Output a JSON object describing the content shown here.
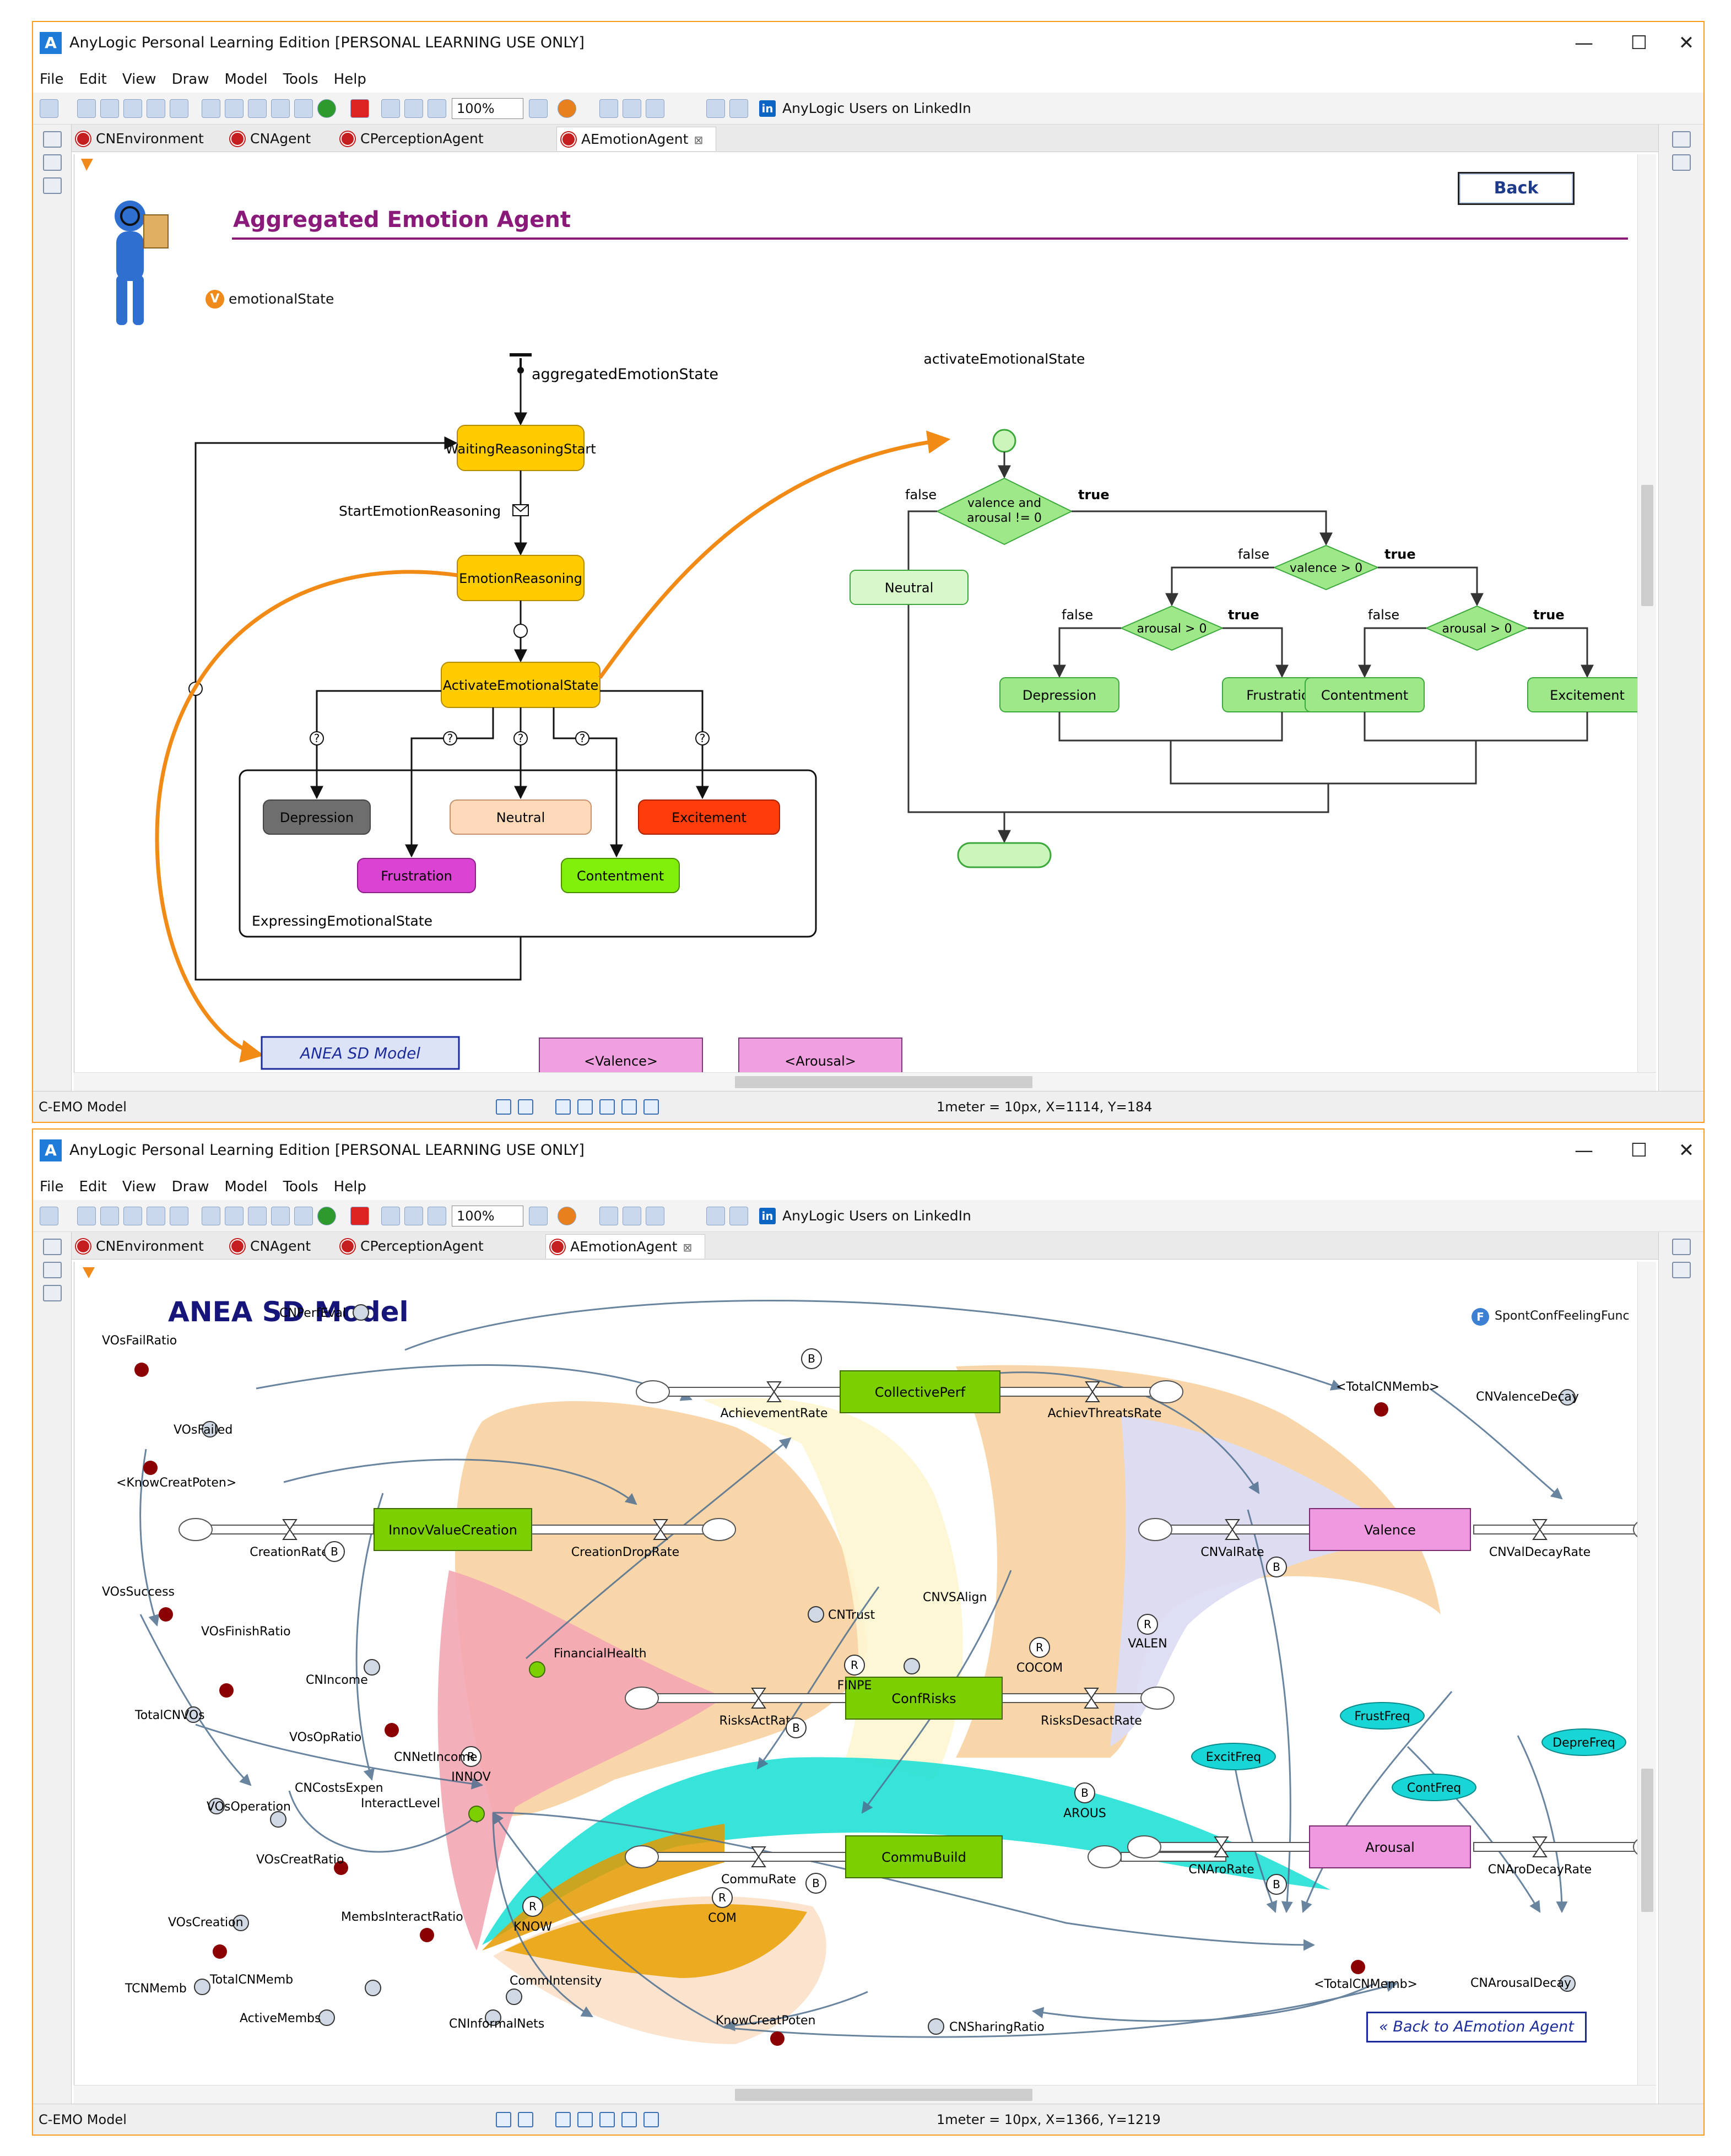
{
  "app": {
    "title": "AnyLogic Personal Learning Edition [PERSONAL LEARNING USE ONLY]",
    "menu": [
      "File",
      "Edit",
      "View",
      "Draw",
      "Model",
      "Tools",
      "Help"
    ],
    "zoom_value": "100%",
    "linkedin_label": "AnyLogic Users on LinkedIn",
    "tabs": [
      "CNEnvironment",
      "CNAgent",
      "CPerceptionAgent",
      "AEmotionAgent"
    ],
    "active_tab": "AEmotionAgent",
    "status_model": "C-EMO Model",
    "window_controls": {
      "minimize": "—",
      "maximize": "☐",
      "close": "✕"
    }
  },
  "top": {
    "status_coords": "1meter = 10px, X=1114, Y=184",
    "heading": "Aggregated Emotion Agent",
    "back_button": "Back",
    "variable": "emotionalState",
    "variable_badge": "V",
    "statechart": {
      "entry_label": "aggregatedEmotionState",
      "states": {
        "waiting": "WaitingReasoningStart",
        "reasoning": "EmotionReasoning",
        "activate": "ActivateEmotionalState"
      },
      "transition_label": "StartEmotionReasoning",
      "composite_label": "ExpressingEmotionalState",
      "emotions": {
        "depression": "Depression",
        "neutral": "Neutral",
        "excitement": "Excitement",
        "frustration": "Frustration",
        "contentment": "Contentment"
      },
      "branch_symbol": "?"
    },
    "flowchart": {
      "title": "activateEmotionalState",
      "cond_main": [
        "valence and",
        "arousal != 0"
      ],
      "cond_valence": "valence > 0",
      "cond_arousal": "arousal > 0",
      "true_label": "true",
      "false_label": "false",
      "outcomes": {
        "neutral": "Neutral",
        "depression": "Depression",
        "frustration": "Frustration",
        "contentment": "Contentment",
        "excitement": "Excitement"
      }
    },
    "links": {
      "anea": "ANEA SD Model",
      "valence": "<Valence>",
      "arousal": "<Arousal>"
    }
  },
  "bottom": {
    "status_coords": "1meter = 10px, X=1366, Y=1219",
    "heading": "ANEA SD Model",
    "function_label": "SpontConfFeelingFunc",
    "function_badge": "F",
    "back_link": "« Back to AEmotion Agent",
    "stocks": {
      "collective": "CollectivePerf",
      "innov": "InnovValueCreation",
      "risks": "ConfRisks",
      "commu": "CommuBuild",
      "valence": "Valence",
      "arousal": "Arousal"
    },
    "flows": {
      "achievement": "AchievementRate",
      "achiev_threats": "AchievThreatsRate",
      "creation": "CreationRate",
      "creation_drop": "CreationDropRate",
      "risks_act": "RisksActRate",
      "risks_desact": "RisksDesactRate",
      "commu_rate": "CommuRate",
      "cnval": "CNValRate",
      "cnval_decay": "CNValDecayRate",
      "cnaro": "CNAroRate",
      "cnaro_decay": "CNAroDecayRate"
    },
    "loops": {
      "finpe": "FINPE",
      "cocom": "COCOM",
      "valen": "VALEN",
      "innov": "INNOV",
      "com": "COM",
      "know": "KNOW",
      "arous": "AROUS",
      "r": "R",
      "b": "B"
    },
    "variables": {
      "cnperf": "CNPerfEval",
      "vosfailratio": "VOsFailRatio",
      "vosfailed": "VOsFailed",
      "knowcreat_ref": "<KnowCreatPoten>",
      "vossuccess": "VOsSuccess",
      "vosfinish": "VOsFinishRatio",
      "totalcnvos": "TotalCNVOs",
      "vosopratio": "VOsOpRatio",
      "vosoperation": "VOsOperation",
      "voscreatratio": "VOsCreatRatio",
      "voscreation": "VOsCreation",
      "totalcnmemb": "TotalCNMemb",
      "tcnmemb": "TCNMemb",
      "activemembs": "ActiveMembs",
      "membsinteract": "MembsInteractRatio",
      "cnincome": "CNIncome",
      "cnnetincome": "CNNetIncome",
      "cncostsexpen": "CNCostsExpen",
      "financialhealth": "FinancialHealth",
      "interactlevel": "InteractLevel",
      "commintensity": "CommIntensity",
      "cninformalnets": "CNInformalNets",
      "knowcreatpoten": "KnowCreatPoten",
      "cnsharingratio": "CNSharingRatio",
      "cntrust": "CNTrust",
      "cnvsalign": "CNVSAlign",
      "totalcn_ref_top": "<TotalCNMemb>",
      "totalcn_ref_bot": "<TotalCNMemb>",
      "cnvalencedecay": "CNValenceDecay",
      "cnarousaldecay": "CNArousalDecay",
      "frustfreq": "FrustFreq",
      "excitfreq": "ExcitFreq",
      "contfreq": "ContFreq",
      "deprefreq": "DepreFreq"
    }
  },
  "colors": {
    "window_border": "#ff9c1c",
    "heading_top": "#8a1a7a",
    "heading_bottom": "#15157a",
    "state_yellow": "#ffcc00",
    "stock_green": "#7ccf00",
    "stock_pink": "#ee99e0",
    "aux_cyan": "#19d6d6",
    "region_orange": "#f5c88c",
    "region_pink": "#f3a7b3",
    "region_cyan": "#22e0d6",
    "region_lavender": "#dcdcf4",
    "region_cream": "#fdf6d2"
  }
}
